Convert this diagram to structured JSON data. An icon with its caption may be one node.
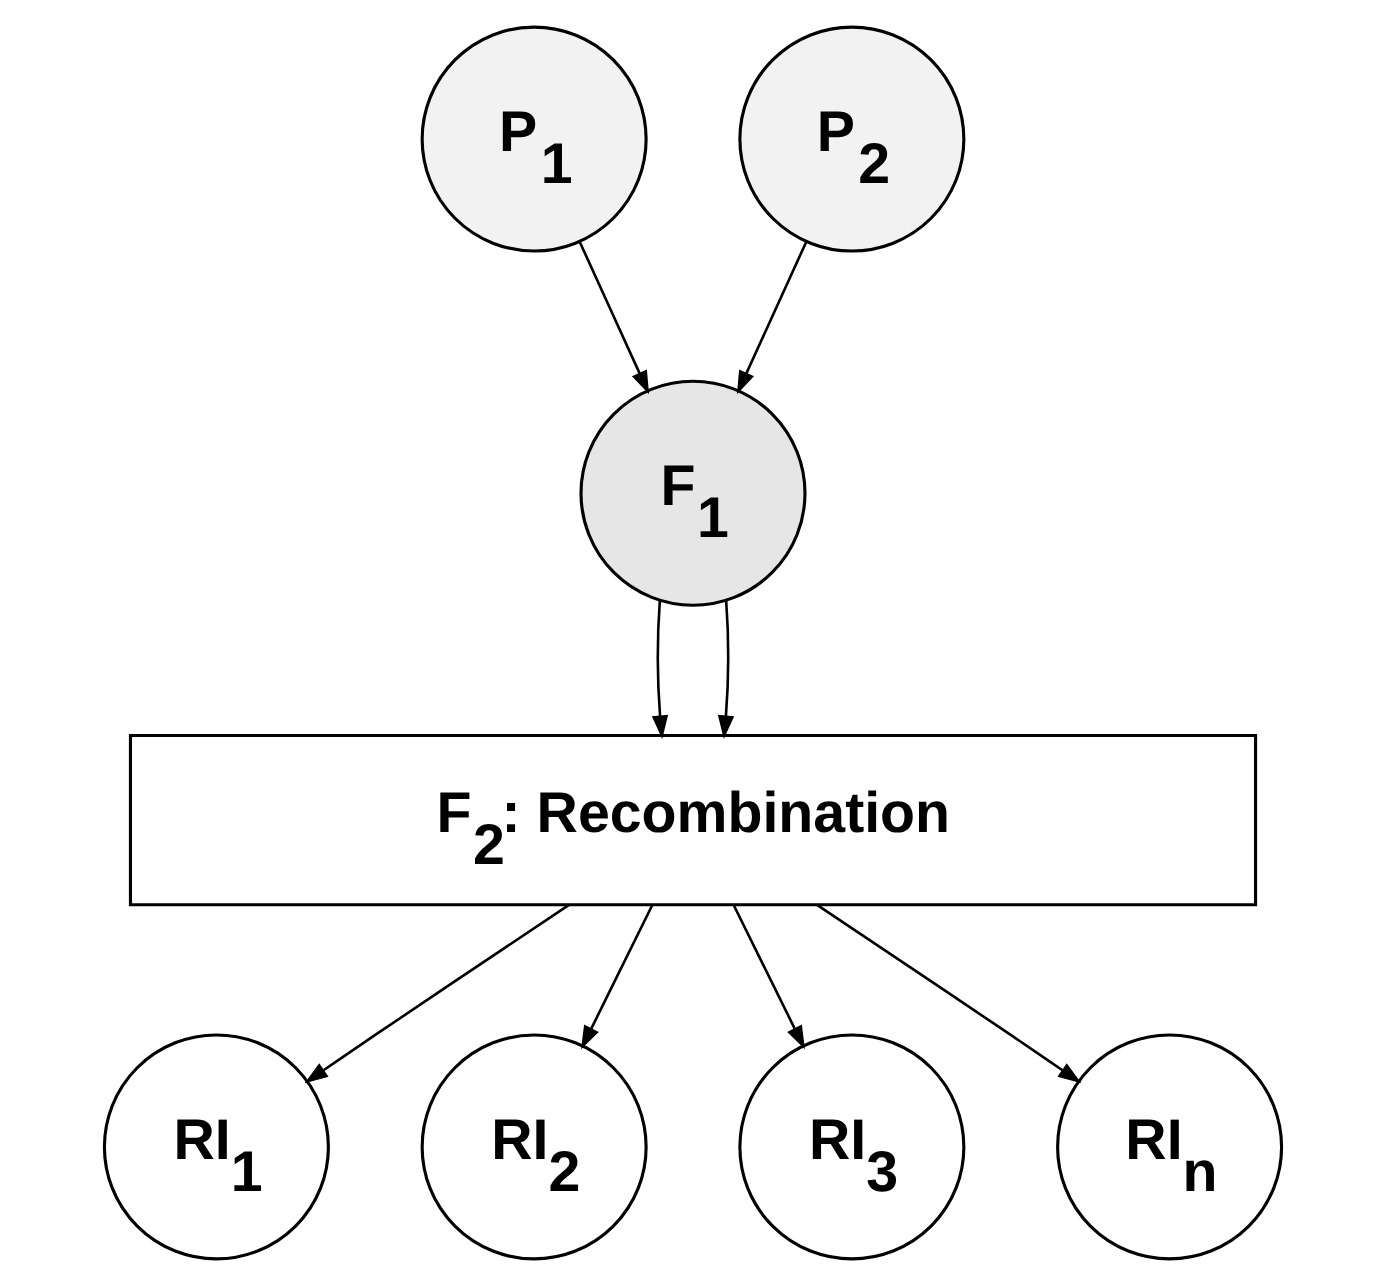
{
  "diagram": {
    "nodes": [
      {
        "text": [
          "P$_{1}$"
        ]
      },
      {
        "text": [
          "P$_{2}$"
        ]
      },
      {
        "text": [
          "F$_{1}$"
        ]
      },
      {
        "text": [
          "F$_{2}$: Recombination"
        ]
      },
      {
        "text": [
          "RI$_{1}$"
        ]
      },
      {
        "text": [
          "RI$_{2}$"
        ]
      },
      {
        "text": [
          "RI$_{3}$"
        ]
      },
      {
        "text": [
          "RI$_{n}$"
        ]
      }
    ],
    "edges": [
      {
        "from": 0,
        "to": 2,
        "arrow": "to"
      },
      {
        "from": 1,
        "to": 2,
        "arrow": "to"
      },
      {
        "from": 2,
        "to": 3,
        "arrow": "to"
      },
      {
        "from": 2,
        "to": 3,
        "arrow": "to"
      },
      {
        "from": 3,
        "to": 4,
        "arrow": "to"
      },
      {
        "from": 3,
        "to": 5,
        "arrow": "to"
      },
      {
        "from": 3,
        "to": 6,
        "arrow": "to"
      },
      {
        "from": 3,
        "to": 7,
        "arrow": "to"
      }
    ]
  }
}
